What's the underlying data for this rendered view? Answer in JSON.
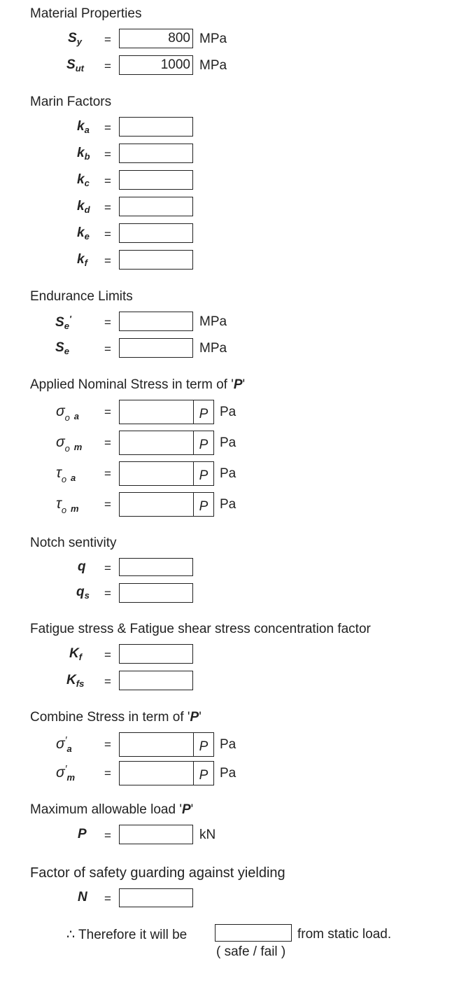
{
  "material": {
    "title": "Material Properties",
    "sy": {
      "sym": "S",
      "sub": "y",
      "value": "800",
      "unit": "MPa"
    },
    "sut": {
      "sym": "S",
      "sub": "ut",
      "value": "1000",
      "unit": "MPa"
    }
  },
  "marin": {
    "title": "Marin Factors",
    "ka": {
      "sym": "k",
      "sub": "a"
    },
    "kb": {
      "sym": "k",
      "sub": "b"
    },
    "kc": {
      "sym": "k",
      "sub": "c"
    },
    "kd": {
      "sym": "k",
      "sub": "d"
    },
    "ke": {
      "sym": "k",
      "sub": "e"
    },
    "kf": {
      "sym": "k",
      "sub": "f"
    }
  },
  "endurance": {
    "title": "Endurance Limits",
    "se_prime": {
      "sym": "S",
      "sub": "e",
      "sup": "'",
      "unit": "MPa"
    },
    "se": {
      "sym": "S",
      "sub": "e",
      "unit": "MPa"
    }
  },
  "nominal": {
    "title_prefix": "Applied Nominal Stress in term of '",
    "title_var": "P",
    "title_suffix": "'",
    "rows": [
      {
        "sym": "σ",
        "s1": "o",
        "s2": "a",
        "p": "P",
        "unit": "Pa"
      },
      {
        "sym": "σ",
        "s1": "o",
        "s2": "m",
        "p": "P",
        "unit": "Pa"
      },
      {
        "sym": "τ",
        "s1": "o",
        "s2": "a",
        "p": "P",
        "unit": "Pa"
      },
      {
        "sym": "τ",
        "s1": "o",
        "s2": "m",
        "p": "P",
        "unit": "Pa"
      }
    ]
  },
  "notch": {
    "title": "Notch sentivity",
    "q": {
      "sym": "q"
    },
    "qs": {
      "sym": "q",
      "sub": "s"
    }
  },
  "fatigue": {
    "title": "Fatigue stress & Fatigue shear stress concentration factor",
    "Kf": {
      "sym": "K",
      "sub": "f"
    },
    "Kfs": {
      "sym": "K",
      "sub": "fs"
    }
  },
  "combine": {
    "title_prefix": "Combine Stress in term of '",
    "title_var": "P",
    "title_suffix": "'",
    "rows": [
      {
        "sym": "σ",
        "prime": "′",
        "sub": "a",
        "p": "P",
        "unit": "Pa"
      },
      {
        "sym": "σ",
        "prime": "′",
        "sub": "m",
        "p": "P",
        "unit": "Pa"
      }
    ]
  },
  "maxload": {
    "title_prefix": "Maximum allowable load '",
    "title_var": "P",
    "title_suffix": "'",
    "sym": "P",
    "unit": "kN"
  },
  "safety": {
    "title": "Factor of safety guarding against yielding",
    "sym": "N",
    "conclusion_prefix": "∴ Therefore it will be",
    "conclusion_suffix": "from static load.",
    "hint": "( safe / fail )"
  },
  "equals": "="
}
